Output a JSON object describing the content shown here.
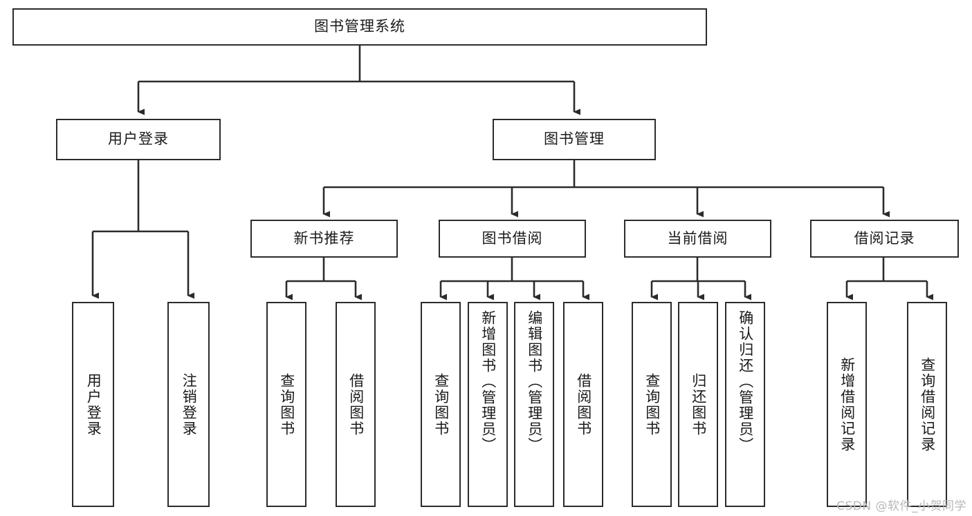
{
  "diagram": {
    "type": "tree",
    "title": "图书管理系统",
    "orientation": "top-down",
    "root": {
      "id": "root",
      "label": "图书管理系统"
    },
    "level1": [
      {
        "id": "user-login",
        "label": "用户登录"
      },
      {
        "id": "book-manage",
        "label": "图书管理"
      }
    ],
    "level2": [
      {
        "id": "new-book-recommend",
        "label": "新书推荐",
        "parent": "book-manage"
      },
      {
        "id": "book-borrow",
        "label": "图书借阅",
        "parent": "book-manage"
      },
      {
        "id": "current-borrow",
        "label": "当前借阅",
        "parent": "book-manage"
      },
      {
        "id": "borrow-record",
        "label": "借阅记录",
        "parent": "book-manage"
      }
    ],
    "leaves": [
      {
        "id": "leaf-user-login",
        "label": "用户登录",
        "parent": "user-login"
      },
      {
        "id": "leaf-logout-login",
        "label": "注销登录",
        "parent": "user-login"
      },
      {
        "id": "leaf-query-book-1",
        "label": "查询图书",
        "parent": "new-book-recommend"
      },
      {
        "id": "leaf-borrow-book-1",
        "label": "借阅图书",
        "parent": "new-book-recommend"
      },
      {
        "id": "leaf-query-book-2",
        "label": "查询图书",
        "parent": "book-borrow"
      },
      {
        "id": "leaf-add-book",
        "label": "新增图书（管理员）",
        "parent": "book-borrow"
      },
      {
        "id": "leaf-edit-book",
        "label": "编辑图书（管理员）",
        "parent": "book-borrow"
      },
      {
        "id": "leaf-borrow-book-2",
        "label": "借阅图书",
        "parent": "book-borrow"
      },
      {
        "id": "leaf-query-book-3",
        "label": "查询图书",
        "parent": "current-borrow"
      },
      {
        "id": "leaf-return-book",
        "label": "归还图书",
        "parent": "current-borrow"
      },
      {
        "id": "leaf-confirm-return",
        "label": "确认归还（管理员）",
        "parent": "current-borrow"
      },
      {
        "id": "leaf-add-record",
        "label": "新增借阅记录",
        "parent": "borrow-record"
      },
      {
        "id": "leaf-query-record",
        "label": "查询借阅记录",
        "parent": "borrow-record"
      }
    ],
    "colors": {
      "stroke": "#2b2b2b",
      "fill": "#ffffff",
      "text": "#1a1a1a",
      "watermark": "#b8b8b8"
    }
  },
  "watermark": {
    "text": "CSDN @软件_小贺同学"
  }
}
